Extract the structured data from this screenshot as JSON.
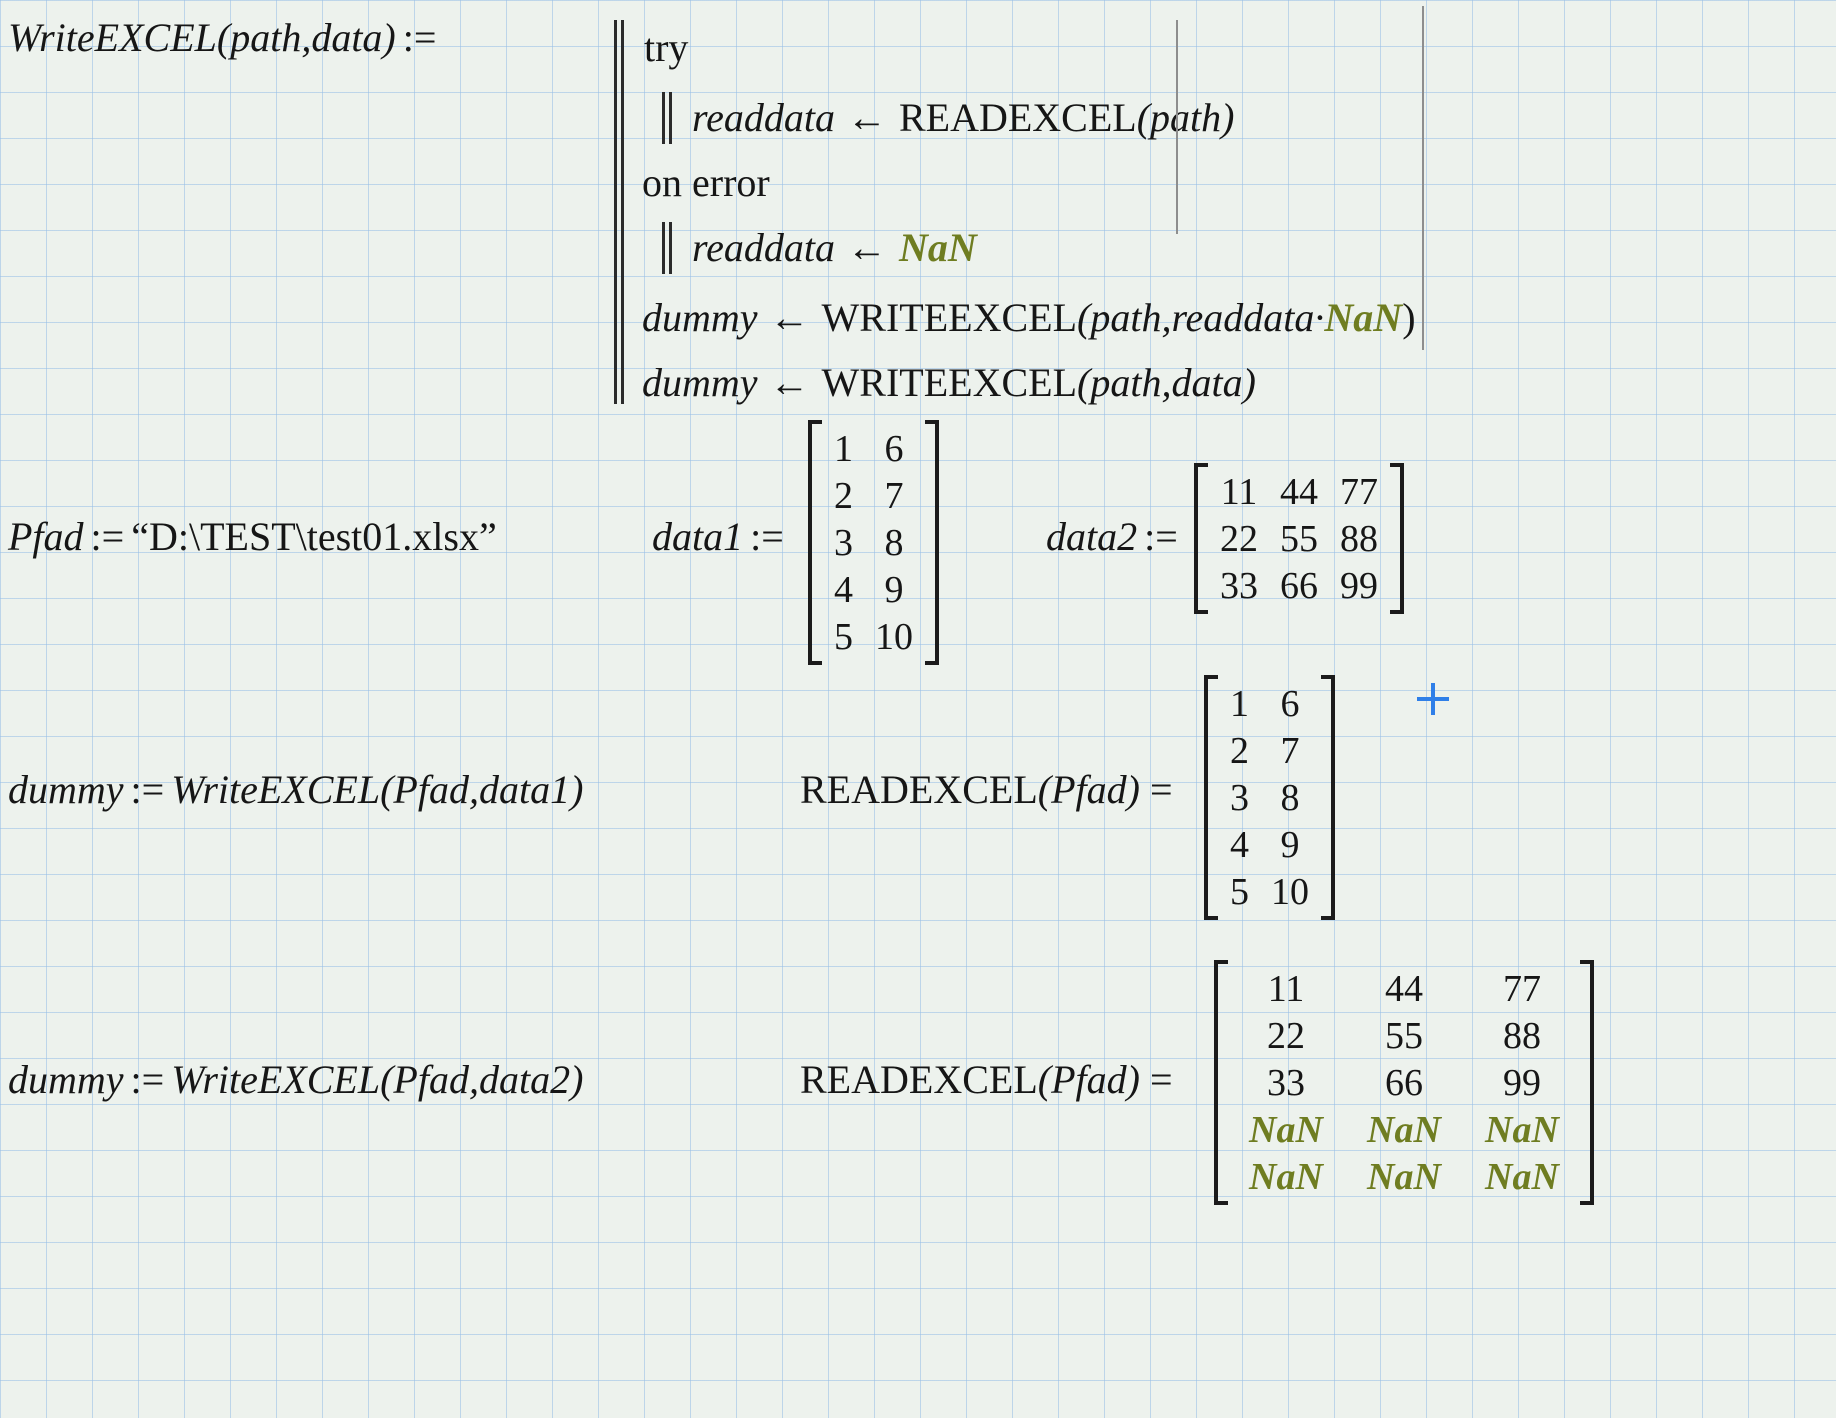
{
  "app": {
    "name": "mathcad-worksheet"
  },
  "colors": {
    "nan_green": "#6f7d21",
    "cursor_blue": "#2f7fe8",
    "grid_blue": "#c8daee",
    "paper": "#edf2ed"
  },
  "program": {
    "lhs": "WriteEXCEL(path,data)",
    "assign": ":=",
    "kw_try": "try",
    "try_body": {
      "var": "readdata",
      "arrow": "←",
      "fn": "READEXCEL",
      "args": "(path)"
    },
    "kw_on_error": "on error",
    "on_error_body": {
      "var": "readdata",
      "arrow": "←",
      "value": "NaN"
    },
    "write_nan": {
      "var": "dummy",
      "arrow": "←",
      "fn": "WRITEEXCEL",
      "args_pre": "(path,readdata·",
      "nan": "NaN",
      "args_post": ")"
    },
    "write_data": {
      "var": "dummy",
      "arrow": "←",
      "fn": "WRITEEXCEL",
      "args": "(path,data)"
    }
  },
  "definitions": {
    "pfad": {
      "name": "Pfad",
      "assign": ":=",
      "value": "“D:\\TEST\\test01.xlsx”"
    },
    "data1": {
      "name": "data1",
      "assign": ":="
    },
    "data2": {
      "name": "data2",
      "assign": ":="
    }
  },
  "matrices": {
    "data1": [
      [
        "1",
        "6"
      ],
      [
        "2",
        "7"
      ],
      [
        "3",
        "8"
      ],
      [
        "4",
        "9"
      ],
      [
        "5",
        "10"
      ]
    ],
    "data2": [
      [
        "11",
        "44",
        "77"
      ],
      [
        "22",
        "55",
        "88"
      ],
      [
        "33",
        "66",
        "99"
      ]
    ],
    "readexcel_result1": [
      [
        "1",
        "6"
      ],
      [
        "2",
        "7"
      ],
      [
        "3",
        "8"
      ],
      [
        "4",
        "9"
      ],
      [
        "5",
        "10"
      ]
    ],
    "readexcel_result2": [
      [
        "11",
        "44",
        "77"
      ],
      [
        "22",
        "55",
        "88"
      ],
      [
        "33",
        "66",
        "99"
      ],
      [
        "NaN",
        "NaN",
        "NaN"
      ],
      [
        "NaN",
        "NaN",
        "NaN"
      ]
    ]
  },
  "calls": {
    "write1": {
      "var": "dummy",
      "assign": ":=",
      "fn": "WriteEXCEL",
      "args": "(Pfad,data1)"
    },
    "read1": {
      "fn": "READEXCEL",
      "args": "(Pfad)",
      "equals": "="
    },
    "write2": {
      "var": "dummy",
      "assign": ":=",
      "fn": "WriteEXCEL",
      "args": "(Pfad,data2)"
    },
    "read2": {
      "fn": "READEXCEL",
      "args": "(Pfad)",
      "equals": "="
    }
  }
}
